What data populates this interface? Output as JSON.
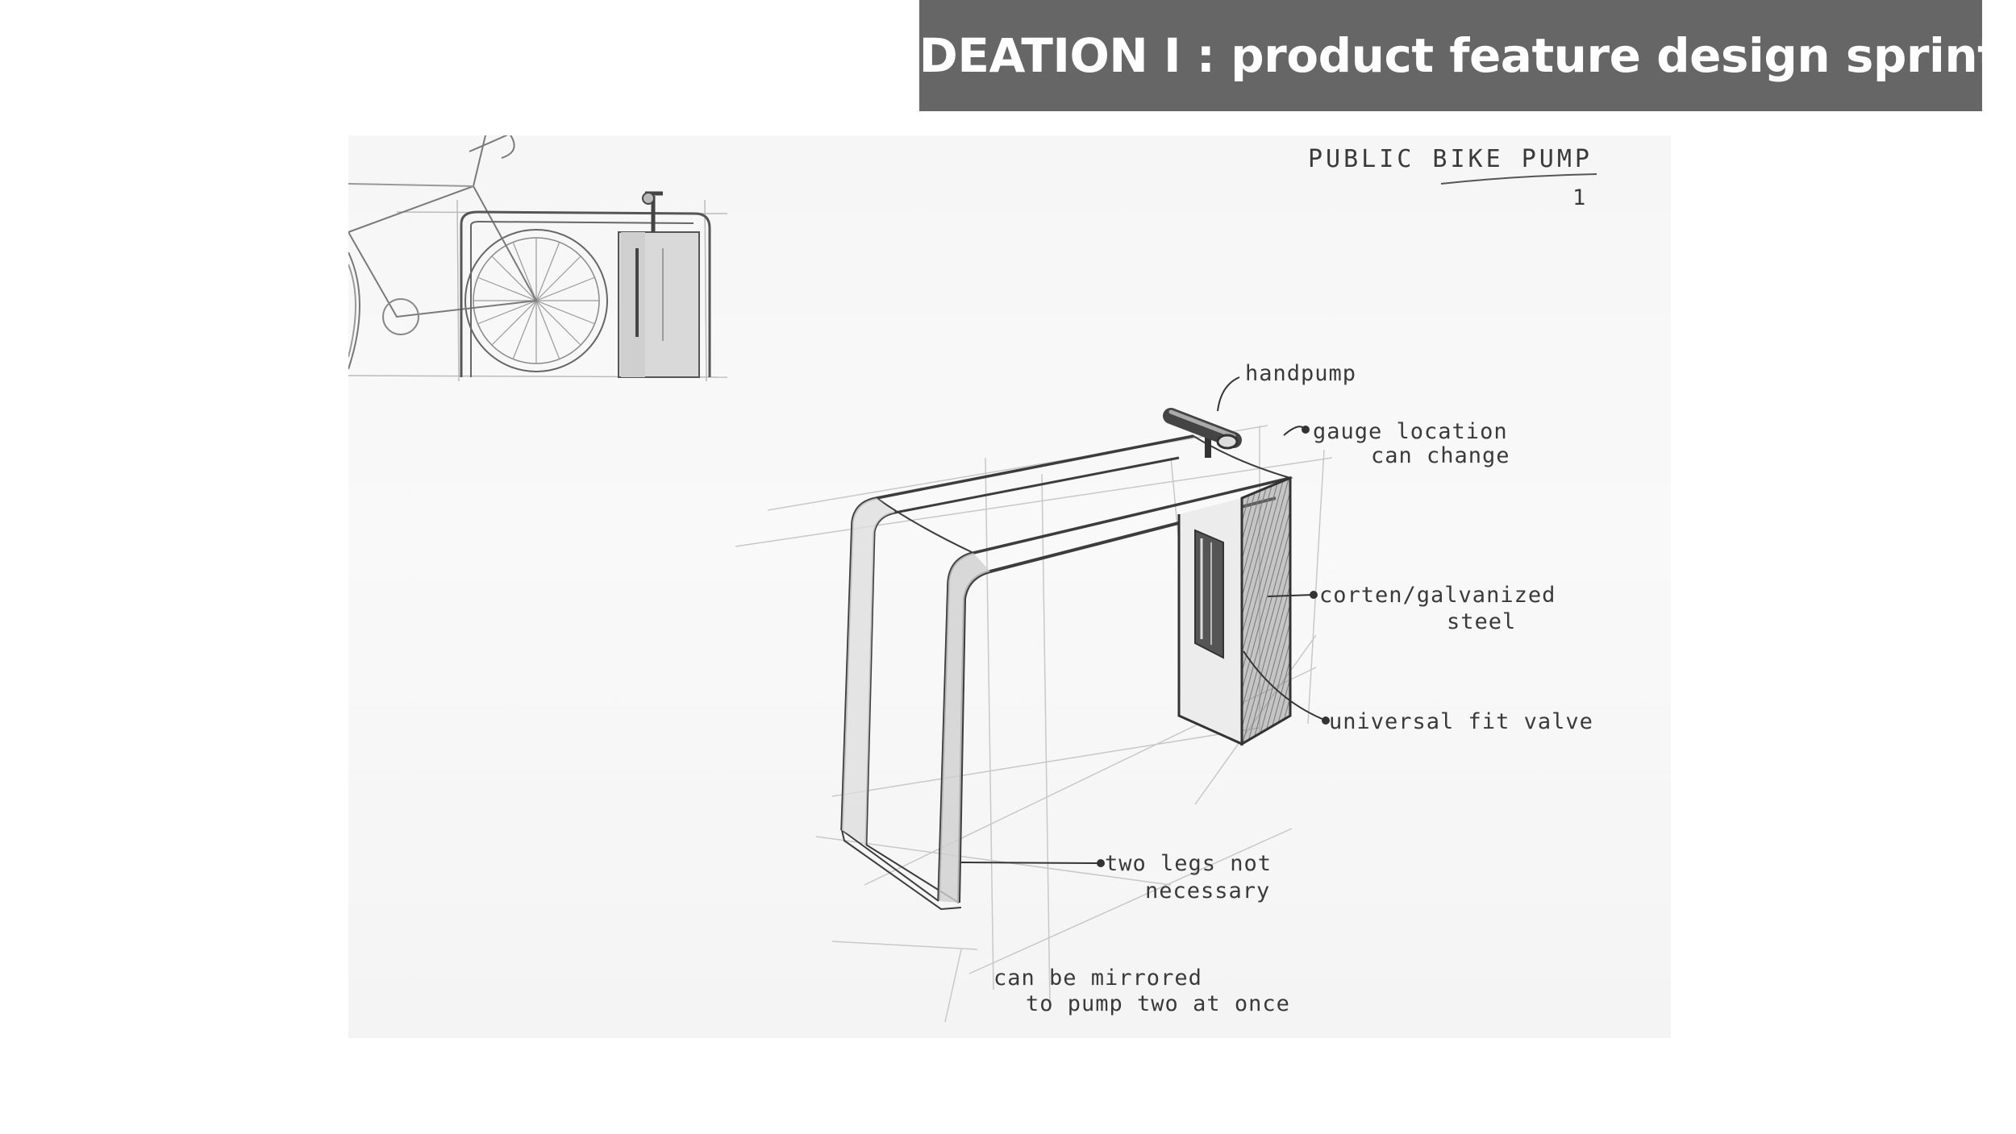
{
  "header": {
    "title": "IDEATION I : product feature design sprint"
  },
  "sketch": {
    "heading": "PUBLIC BIKE PUMP",
    "page_mark": "1",
    "annotations": {
      "handpump": "handpump",
      "gauge_1": "gauge location",
      "gauge_2": "can change",
      "steel_1": "corten/galvanized",
      "steel_2": "steel",
      "valve": "universal fit valve",
      "legs_1": "two legs not",
      "legs_2": "necessary",
      "mirror_1": "can be mirrored",
      "mirror_2": "to pump two at once"
    }
  }
}
